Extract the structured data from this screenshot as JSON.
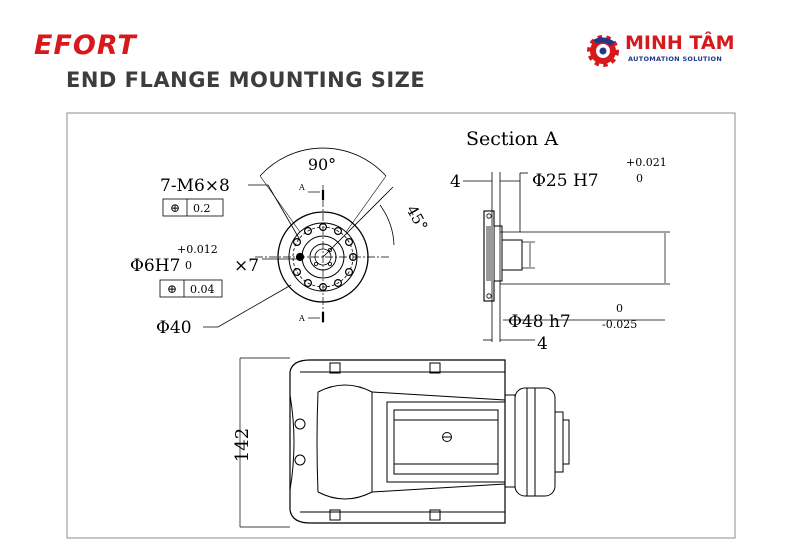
{
  "header": {
    "brand": "EFORT",
    "title": "END FLANGE MOUNTING SIZE",
    "partner_name": "MINH TÂM",
    "partner_tagline": "AUTOMATION SOLUTION",
    "brand_color": "#d7191c",
    "partner_tagline_color": "#1d3a8a"
  },
  "drawing": {
    "section_label": "Section A",
    "angle_90": "90°",
    "angle_45": "45°",
    "thread_spec": "7-M6×8",
    "thread_tol": "0.2",
    "pin_spec": "Φ6H7",
    "pin_tol_upper": "+0.012",
    "pin_tol_lower": "0",
    "pin_count": "×7",
    "pin_pos_tol": "0.04",
    "pitch_dia": "Φ40",
    "section_mark": "A",
    "bore_spec": "Φ25 H7",
    "bore_tol_upper": "+0.021",
    "bore_tol_lower": "0",
    "depth_top": "4",
    "depth_bottom": "4",
    "flange_spec": "Φ48 h7",
    "flange_tol_upper": "0",
    "flange_tol_lower": "-0.025",
    "height_dim": "142",
    "position_symbol": "⊕"
  }
}
